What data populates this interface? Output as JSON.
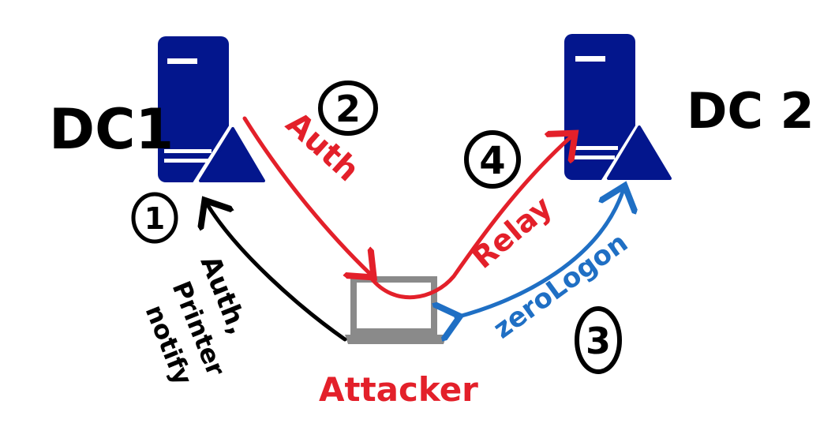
{
  "nodes": {
    "dc1": {
      "label": "DC1"
    },
    "dc2": {
      "label": "DC 2"
    },
    "attacker": {
      "label": "Attacker"
    }
  },
  "steps": [
    {
      "number": "1",
      "label_lines": [
        "Auth,",
        "Printer",
        "notify"
      ],
      "color": "#000000"
    },
    {
      "number": "2",
      "label_lines": [
        "Auth"
      ],
      "color": "#e3202a"
    },
    {
      "number": "3",
      "label_lines": [
        "zeroLogon"
      ],
      "color": "#1f6fc4"
    },
    {
      "number": "4",
      "label_lines": [
        "Relay"
      ],
      "color": "#e3202a"
    }
  ],
  "colors": {
    "server": "#03168d",
    "server_detail": "#ffffff",
    "laptop": "#8a8a8a",
    "auth_relay": "#e3202a",
    "zerologon": "#1f6fc4",
    "ink": "#000000"
  }
}
